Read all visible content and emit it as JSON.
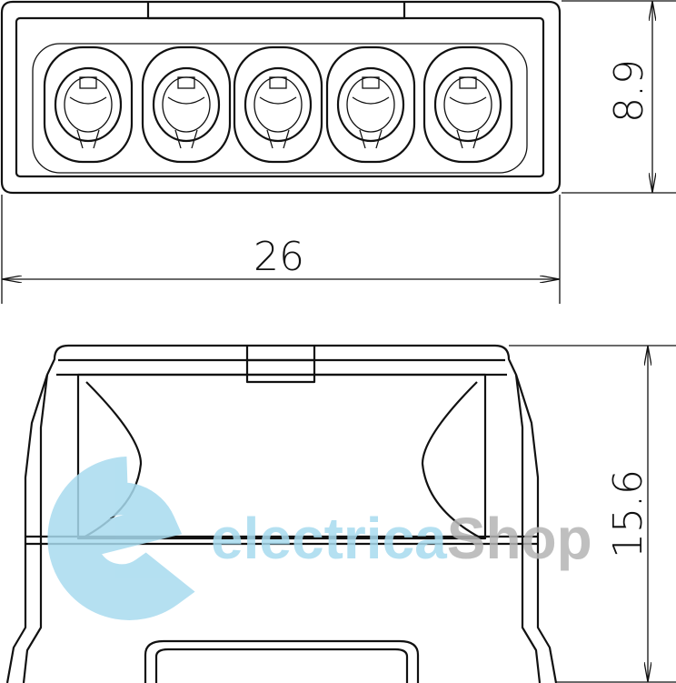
{
  "dimensions": {
    "width": "26",
    "depth": "8.9",
    "height": "15.6"
  },
  "watermark": {
    "brand_part1": "electrica",
    "brand_part2": "Shop",
    "color_primary": "#a8dbef",
    "color_secondary": "#b5b5b5"
  },
  "terminals_count": 5
}
